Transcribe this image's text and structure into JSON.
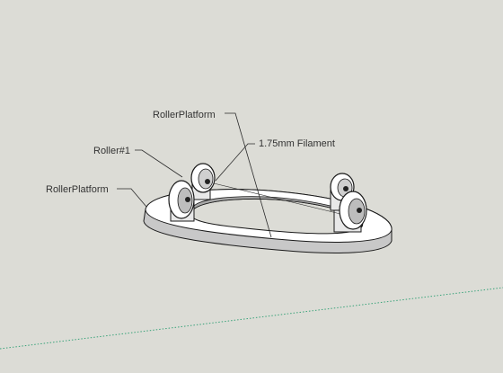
{
  "labels": {
    "roller_platform_top": "RollerPlatform",
    "filament": "1.75mm Filament",
    "roller_1": "Roller#1",
    "roller_platform_left": "RollerPlatform"
  },
  "colors": {
    "background": "#dcdcd6",
    "axis_green": "#3aa37a",
    "part_fill": "#ffffff",
    "part_shade": "#9a9a9a",
    "edge": "#1a1a1a",
    "leader": "#2a2a2a"
  },
  "icons": {
    "roller": "roller-wheel-icon",
    "platform": "oval-ring-platform-icon"
  }
}
